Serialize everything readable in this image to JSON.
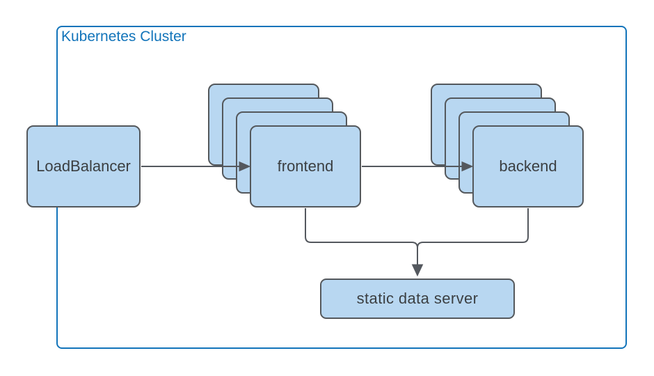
{
  "diagram": {
    "title": "Kubernetes Cluster",
    "nodes": {
      "loadbalancer": {
        "label": "LoadBalancer"
      },
      "frontend": {
        "label": "frontend",
        "replicas": 4
      },
      "backend": {
        "label": "backend",
        "replicas": 4
      },
      "static_data_server": {
        "label": "static data server"
      }
    },
    "edges": [
      {
        "from": "loadbalancer",
        "to": "frontend"
      },
      {
        "from": "frontend",
        "to": "backend"
      },
      {
        "from": "frontend",
        "to": "static_data_server"
      },
      {
        "from": "backend",
        "to": "static_data_server"
      }
    ],
    "colors": {
      "cluster_border": "#1274ba",
      "cluster_label": "#1274ba",
      "node_fill": "#b8d7f1",
      "node_border": "#54585c",
      "connector": "#54585e",
      "label_text": "#3b3f42",
      "background": "#ffffff"
    }
  }
}
